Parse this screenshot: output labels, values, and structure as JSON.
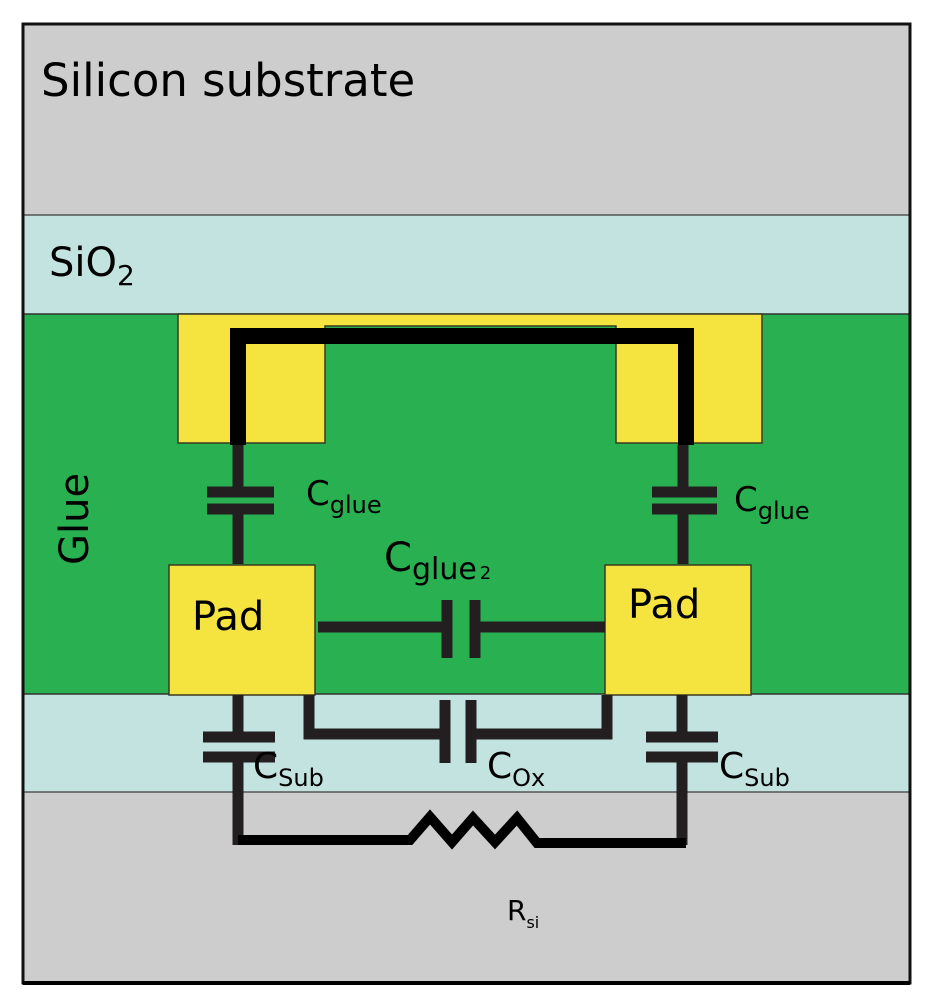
{
  "diagram": {
    "title": "Equivalent circuit of glued pad structure",
    "layers": {
      "substrate_label": "Silicon substrate",
      "oxide_label_base": "SiO",
      "oxide_label_sub": "2",
      "glue_label": "Glue"
    },
    "pads": {
      "left_label": "Pad",
      "right_label": "Pad"
    },
    "components": {
      "cglue_left": {
        "main": "C",
        "sub": "glue"
      },
      "cglue_right": {
        "main": "C",
        "sub": "glue"
      },
      "cglue2": {
        "main": "C",
        "sub": "glue",
        "sub2": "2"
      },
      "csub_left": {
        "main": "C",
        "sub": "Sub"
      },
      "cox": {
        "main": "C",
        "sub": "Ox"
      },
      "csub_right": {
        "main": "C",
        "sub": "Sub"
      },
      "rsi": {
        "main": "R",
        "sub": "si"
      }
    },
    "colors": {
      "silicon": "#cdcdcd",
      "oxide": "#c3e3e1",
      "glue": "#29b050",
      "metal": "#f5e43f",
      "wire": "#231f20",
      "trace": "#000000"
    }
  }
}
